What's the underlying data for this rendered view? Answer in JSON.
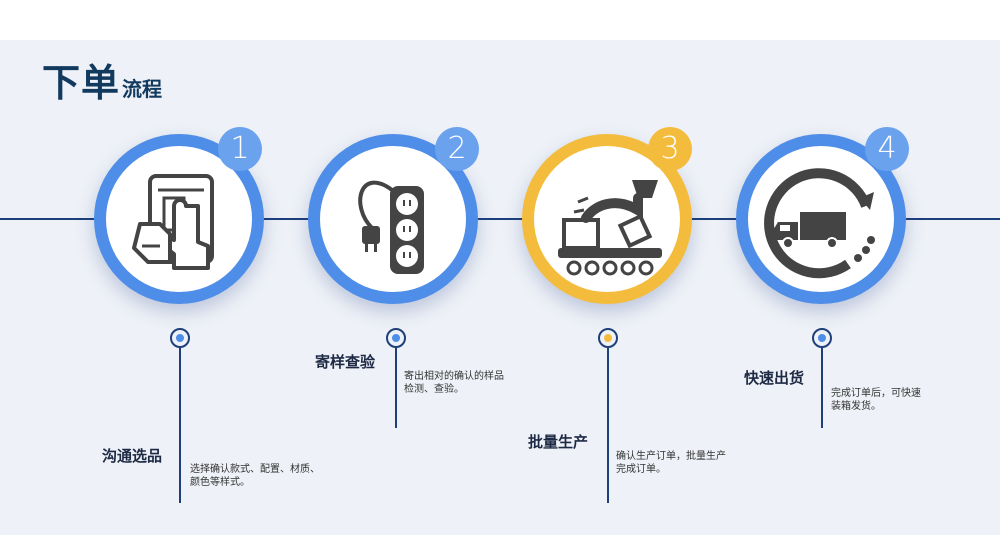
{
  "header": {
    "title_big": "下单",
    "title_small": "流程"
  },
  "steps": [
    {
      "number": "1",
      "title": "沟通选品",
      "desc_line1": "选择确认款式、配置、材质、",
      "desc_line2": "颜色等样式。",
      "icon": "tablet-touch-icon",
      "accent": "#4f8ee8"
    },
    {
      "number": "2",
      "title": "寄样查验",
      "desc_line1": "寄出相对的确认的样品",
      "desc_line2": "检测、查验。",
      "icon": "power-strip-icon",
      "accent": "#4f8ee8"
    },
    {
      "number": "3",
      "title": "批量生产",
      "desc_line1": "确认生产订单，批量生产",
      "desc_line2": "完成订单。",
      "icon": "factory-conveyor-icon",
      "accent": "#f4bc3c"
    },
    {
      "number": "4",
      "title": "快速出货",
      "desc_line1": "完成订单后，可快速",
      "desc_line2": "装箱发货。",
      "icon": "delivery-truck-icon",
      "accent": "#4f8ee8"
    }
  ]
}
